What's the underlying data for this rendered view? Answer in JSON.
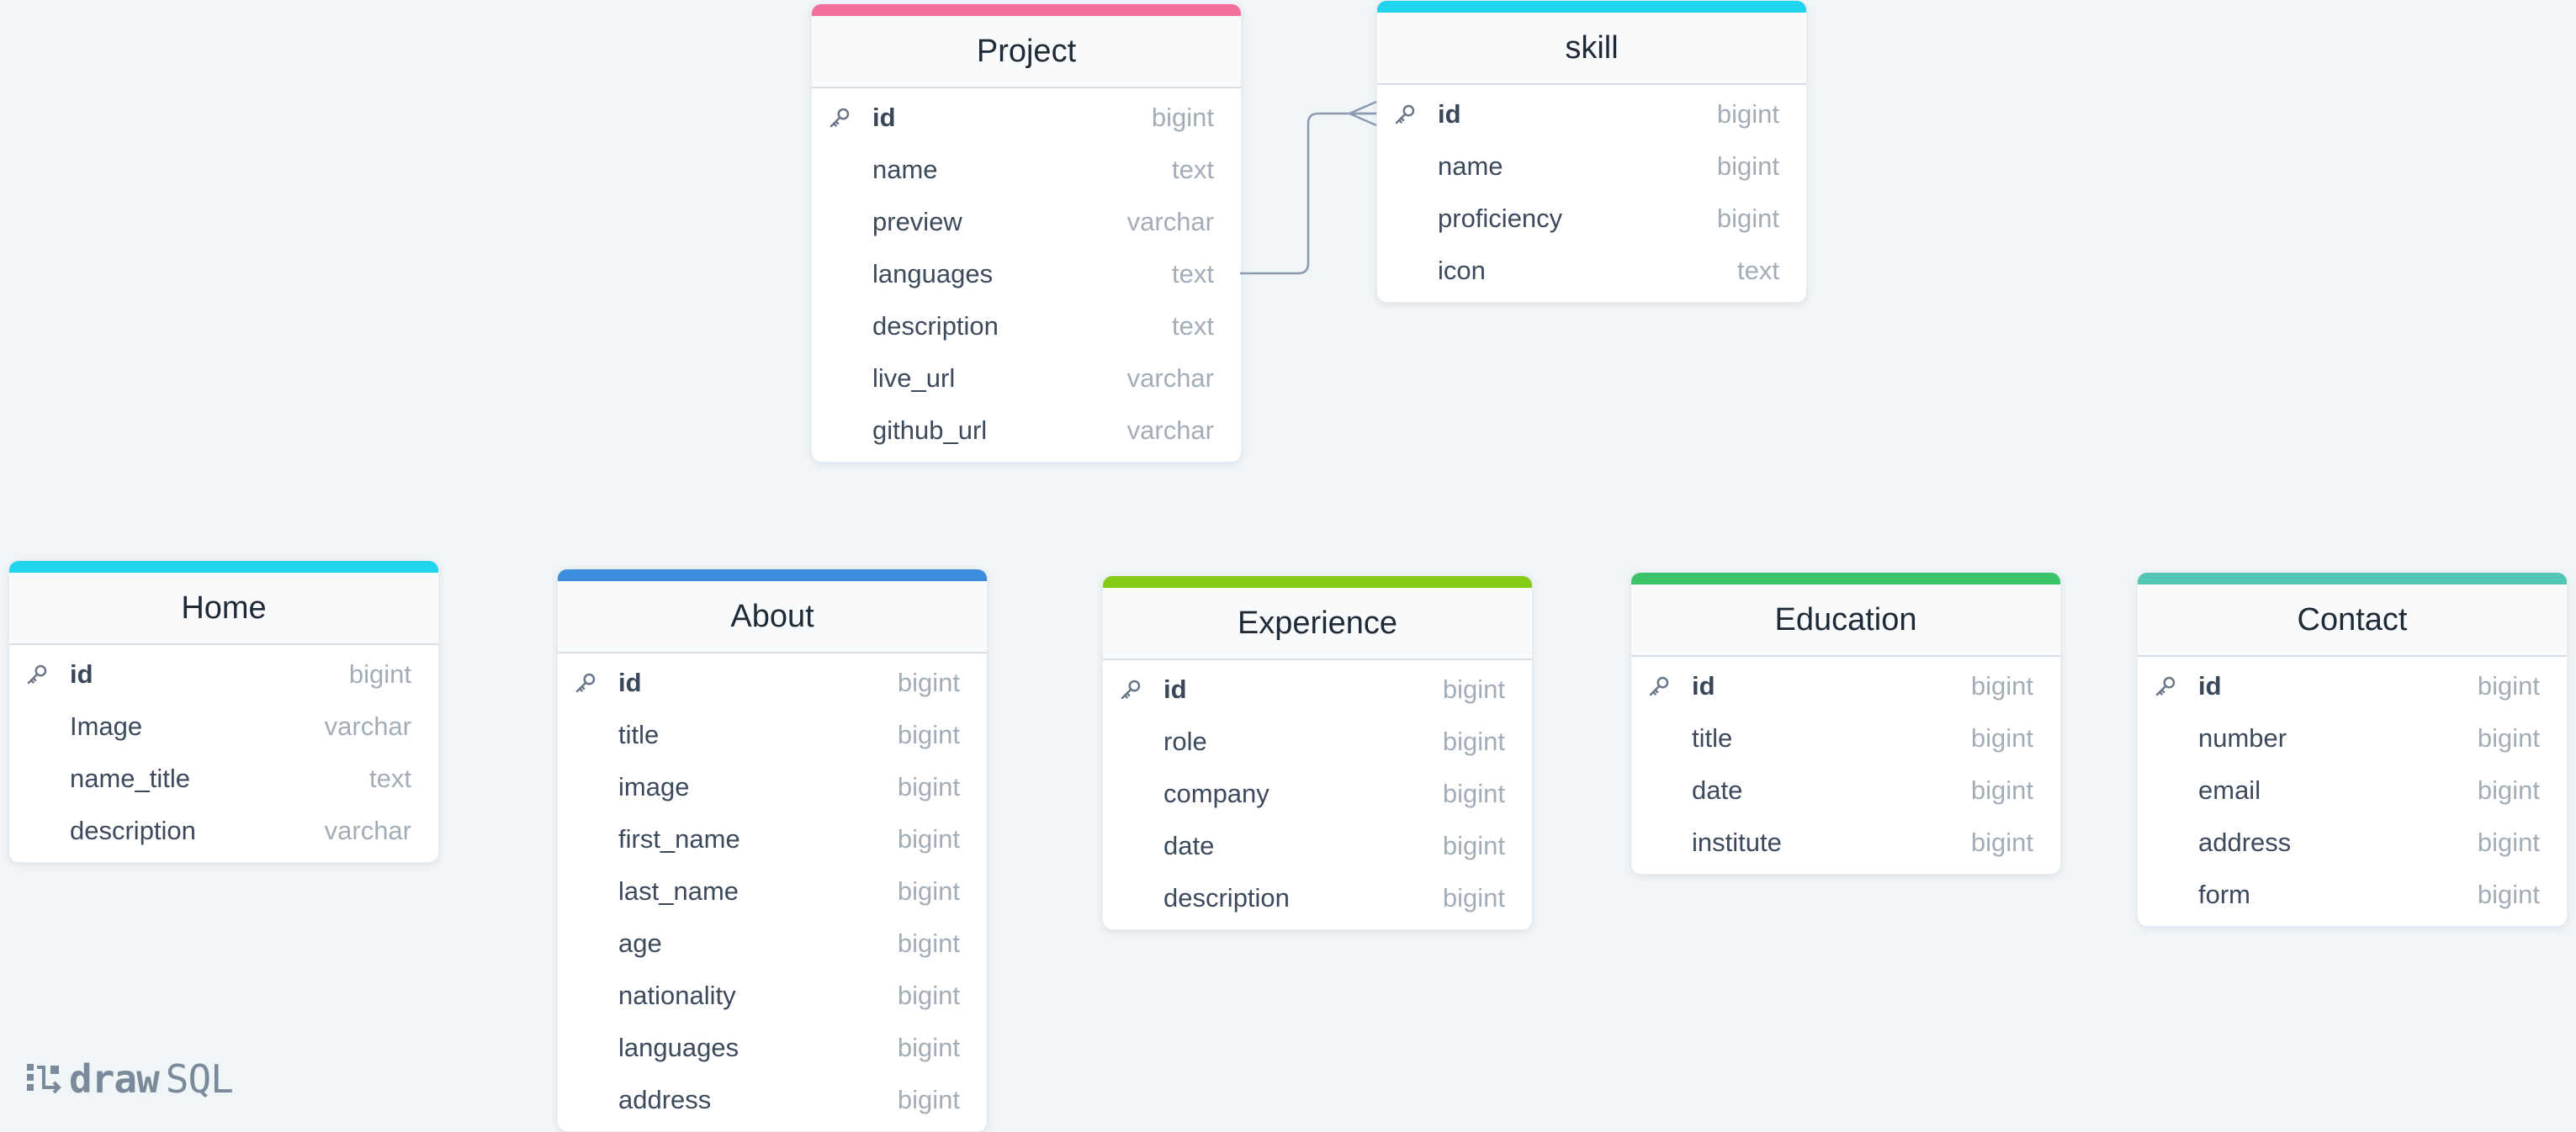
{
  "brand": {
    "draw": "draw",
    "sql": "SQL"
  },
  "tables": [
    {
      "id": "project",
      "title": "Project",
      "color": "#f56f9b",
      "columns": [
        {
          "name": "id",
          "type": "bigint",
          "pk": true
        },
        {
          "name": "name",
          "type": "text"
        },
        {
          "name": "preview",
          "type": "varchar"
        },
        {
          "name": "languages",
          "type": "text"
        },
        {
          "name": "description",
          "type": "text"
        },
        {
          "name": "live_url",
          "type": "varchar"
        },
        {
          "name": "github_url",
          "type": "varchar"
        }
      ]
    },
    {
      "id": "skill",
      "title": "skill",
      "color": "#22d3ee",
      "columns": [
        {
          "name": "id",
          "type": "bigint",
          "pk": true
        },
        {
          "name": "name",
          "type": "bigint"
        },
        {
          "name": "proficiency",
          "type": "bigint"
        },
        {
          "name": "icon",
          "type": "text"
        }
      ]
    },
    {
      "id": "home",
      "title": "Home",
      "color": "#22d3ee",
      "columns": [
        {
          "name": "id",
          "type": "bigint",
          "pk": true
        },
        {
          "name": "Image",
          "type": "varchar"
        },
        {
          "name": "name_title",
          "type": "text"
        },
        {
          "name": "description",
          "type": "varchar"
        }
      ]
    },
    {
      "id": "about",
      "title": "About",
      "color": "#3b8ddb",
      "columns": [
        {
          "name": "id",
          "type": "bigint",
          "pk": true
        },
        {
          "name": "title",
          "type": "bigint"
        },
        {
          "name": "image",
          "type": "bigint"
        },
        {
          "name": "first_name",
          "type": "bigint"
        },
        {
          "name": "last_name",
          "type": "bigint"
        },
        {
          "name": "age",
          "type": "bigint"
        },
        {
          "name": "nationality",
          "type": "bigint"
        },
        {
          "name": "languages",
          "type": "bigint"
        },
        {
          "name": "address",
          "type": "bigint"
        }
      ]
    },
    {
      "id": "experience",
      "title": "Experience",
      "color": "#84cc16",
      "columns": [
        {
          "name": "id",
          "type": "bigint",
          "pk": true
        },
        {
          "name": "role",
          "type": "bigint"
        },
        {
          "name": "company",
          "type": "bigint"
        },
        {
          "name": "date",
          "type": "bigint"
        },
        {
          "name": "description",
          "type": "bigint"
        }
      ]
    },
    {
      "id": "education",
      "title": "Education",
      "color": "#3cc46a",
      "columns": [
        {
          "name": "id",
          "type": "bigint",
          "pk": true
        },
        {
          "name": "title",
          "type": "bigint"
        },
        {
          "name": "date",
          "type": "bigint"
        },
        {
          "name": "institute",
          "type": "bigint"
        }
      ]
    },
    {
      "id": "contact",
      "title": "Contact",
      "color": "#52c5b5",
      "columns": [
        {
          "name": "id",
          "type": "bigint",
          "pk": true
        },
        {
          "name": "number",
          "type": "bigint"
        },
        {
          "name": "email",
          "type": "bigint"
        },
        {
          "name": "address",
          "type": "bigint"
        },
        {
          "name": "form",
          "type": "bigint"
        }
      ]
    }
  ],
  "relations": [
    {
      "from_table": "project",
      "from_column": "languages",
      "to_table": "skill",
      "to_column": "id",
      "cardinality": "one-to-many"
    }
  ],
  "colors": {
    "line": "#8a9bb0",
    "key_icon": "#6b7787"
  }
}
